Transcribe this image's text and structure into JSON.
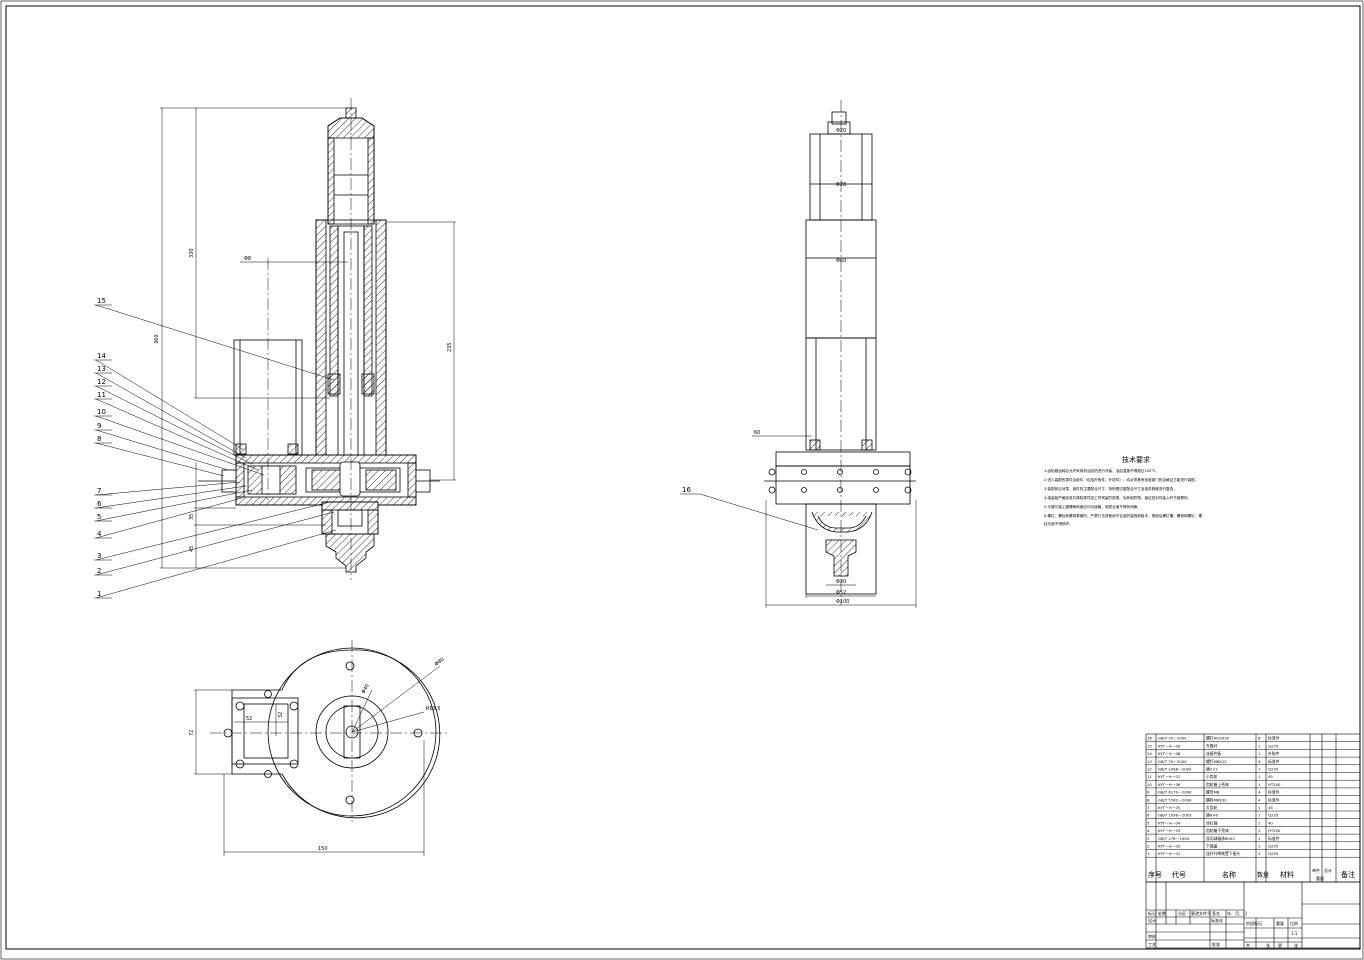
{
  "drawing": {
    "balloon_labels": [
      "15",
      "14",
      "13",
      "12",
      "11",
      "10",
      "9",
      "8",
      "7",
      "6",
      "5",
      "4",
      "3",
      "2",
      "1"
    ],
    "side_view_balloon": "16",
    "front_view_dims": {
      "overall_height": "360",
      "upper_height": "330",
      "right_height": "235",
      "top_dia": "Φ8",
      "lower_a": "35",
      "lower_b": "45"
    },
    "side_view_dims": {
      "top": "Φ20",
      "upper": "Φ28",
      "mid": "Φ60",
      "left": "60",
      "bottom_a": "Φ30",
      "bottom_b": "Φ52",
      "bottom_c": "Φ100"
    },
    "plan_view_dims": {
      "width": "150",
      "height": "72",
      "inner_w": "52",
      "inner_h": "32",
      "circle_a": "Φ80",
      "circle_b": "Φ40",
      "circle_c": "R63.5"
    }
  },
  "tech_requirements": {
    "title": "技术要求",
    "lines": [
      "1.齿轮箱运转后允许采用机油加热进行冷装，油加温度不得超过100℃。",
      "2.进入装配的零件及部件（包括外购件、外协件），均必须具有检验部门的合格证方能进行装配。",
      "3.装配前应对零、部件的主要配合尺寸，特别是过盈配合尺寸及相关精度进行复查。",
      "4.组装前严格检查并清除零件加工时残留的锐角、毛刺和异物。保证密封件装入时不被擦伤。",
      "5.平键与轴上键槽两侧面应均匀接触，其配合面不得有间隙。",
      "6.螺钉、螺栓和螺母紧固时，严禁打击或使用不合适的旋具和扳手，紧固后螺钉槽、螺母和螺钉、螺",
      "   栓头部不得损坏。"
    ]
  },
  "bom": {
    "rows": [
      {
        "no": "16",
        "code": "GB/T 70－2000",
        "name": "螺钉M10X30",
        "qty": "8",
        "mat": "标准件"
      },
      {
        "no": "15",
        "code": "KYT－H－09",
        "name": "升降杆",
        "qty": "1",
        "mat": "Q235"
      },
      {
        "no": "14",
        "code": "KYT－H－08",
        "name": "连接件板",
        "qty": "1",
        "mat": "外购件"
      },
      {
        "no": "13",
        "code": "GB/T 70－2000",
        "name": "螺钉M6X12",
        "qty": "4",
        "mat": "标准件"
      },
      {
        "no": "12",
        "code": "GB/T 1096－2003",
        "name": "键2×2",
        "qty": "1",
        "mat": "Q235"
      },
      {
        "no": "11",
        "code": "KYT－H－07",
        "name": "小齿轮",
        "qty": "1",
        "mat": "45"
      },
      {
        "no": "10",
        "code": "KYT－H－06",
        "name": "齿轮箱上壳体",
        "qty": "1",
        "mat": "HT200"
      },
      {
        "no": "9",
        "code": "GB/T 6170－2000",
        "name": "螺母M8",
        "qty": "4",
        "mat": "标准件"
      },
      {
        "no": "8",
        "code": "GB/T 5782－2000",
        "name": "螺栓M8X30",
        "qty": "4",
        "mat": "标准件"
      },
      {
        "no": "7",
        "code": "KYT－H－05",
        "name": "大齿轮",
        "qty": "1",
        "mat": "45"
      },
      {
        "no": "6",
        "code": "GB/T 1096－2003",
        "name": "键6×6",
        "qty": "1",
        "mat": "Q235"
      },
      {
        "no": "5",
        "code": "KYT－H－04",
        "name": "丝杠轴",
        "qty": "1",
        "mat": "40"
      },
      {
        "no": "4",
        "code": "KYT－H－03",
        "name": "齿轮箱下壳体",
        "qty": "1",
        "mat": "HT200"
      },
      {
        "no": "3",
        "code": "GB/T 276－1994",
        "name": "深沟球轴承6003",
        "qty": "1",
        "mat": "标准件"
      },
      {
        "no": "2",
        "code": "KYT－H－02",
        "name": "下端盖",
        "qty": "1",
        "mat": "Q235"
      },
      {
        "no": "1",
        "code": "KYT－H－01",
        "name": "连杆升降装置下接头",
        "qty": "1",
        "mat": "Q235"
      }
    ],
    "headers": {
      "no": "序号",
      "code": "代号",
      "name": "名称",
      "qty": "数量",
      "mat": "材料",
      "unit": "单件",
      "total": "总计",
      "weight": "重量",
      "remark": "备注"
    }
  },
  "title_block": {
    "row1": [
      "标记",
      "处数",
      "分区",
      "更改文件号",
      "签名",
      "年、月、日"
    ],
    "design": "设计",
    "standard": "标准化",
    "stage": "阶段标记",
    "weight": "重量",
    "scale": "比例",
    "scale_value": "1:1",
    "review": "审核",
    "process": "工艺",
    "approve": "批准",
    "sheets": [
      "共",
      "张",
      "第",
      "张"
    ]
  }
}
